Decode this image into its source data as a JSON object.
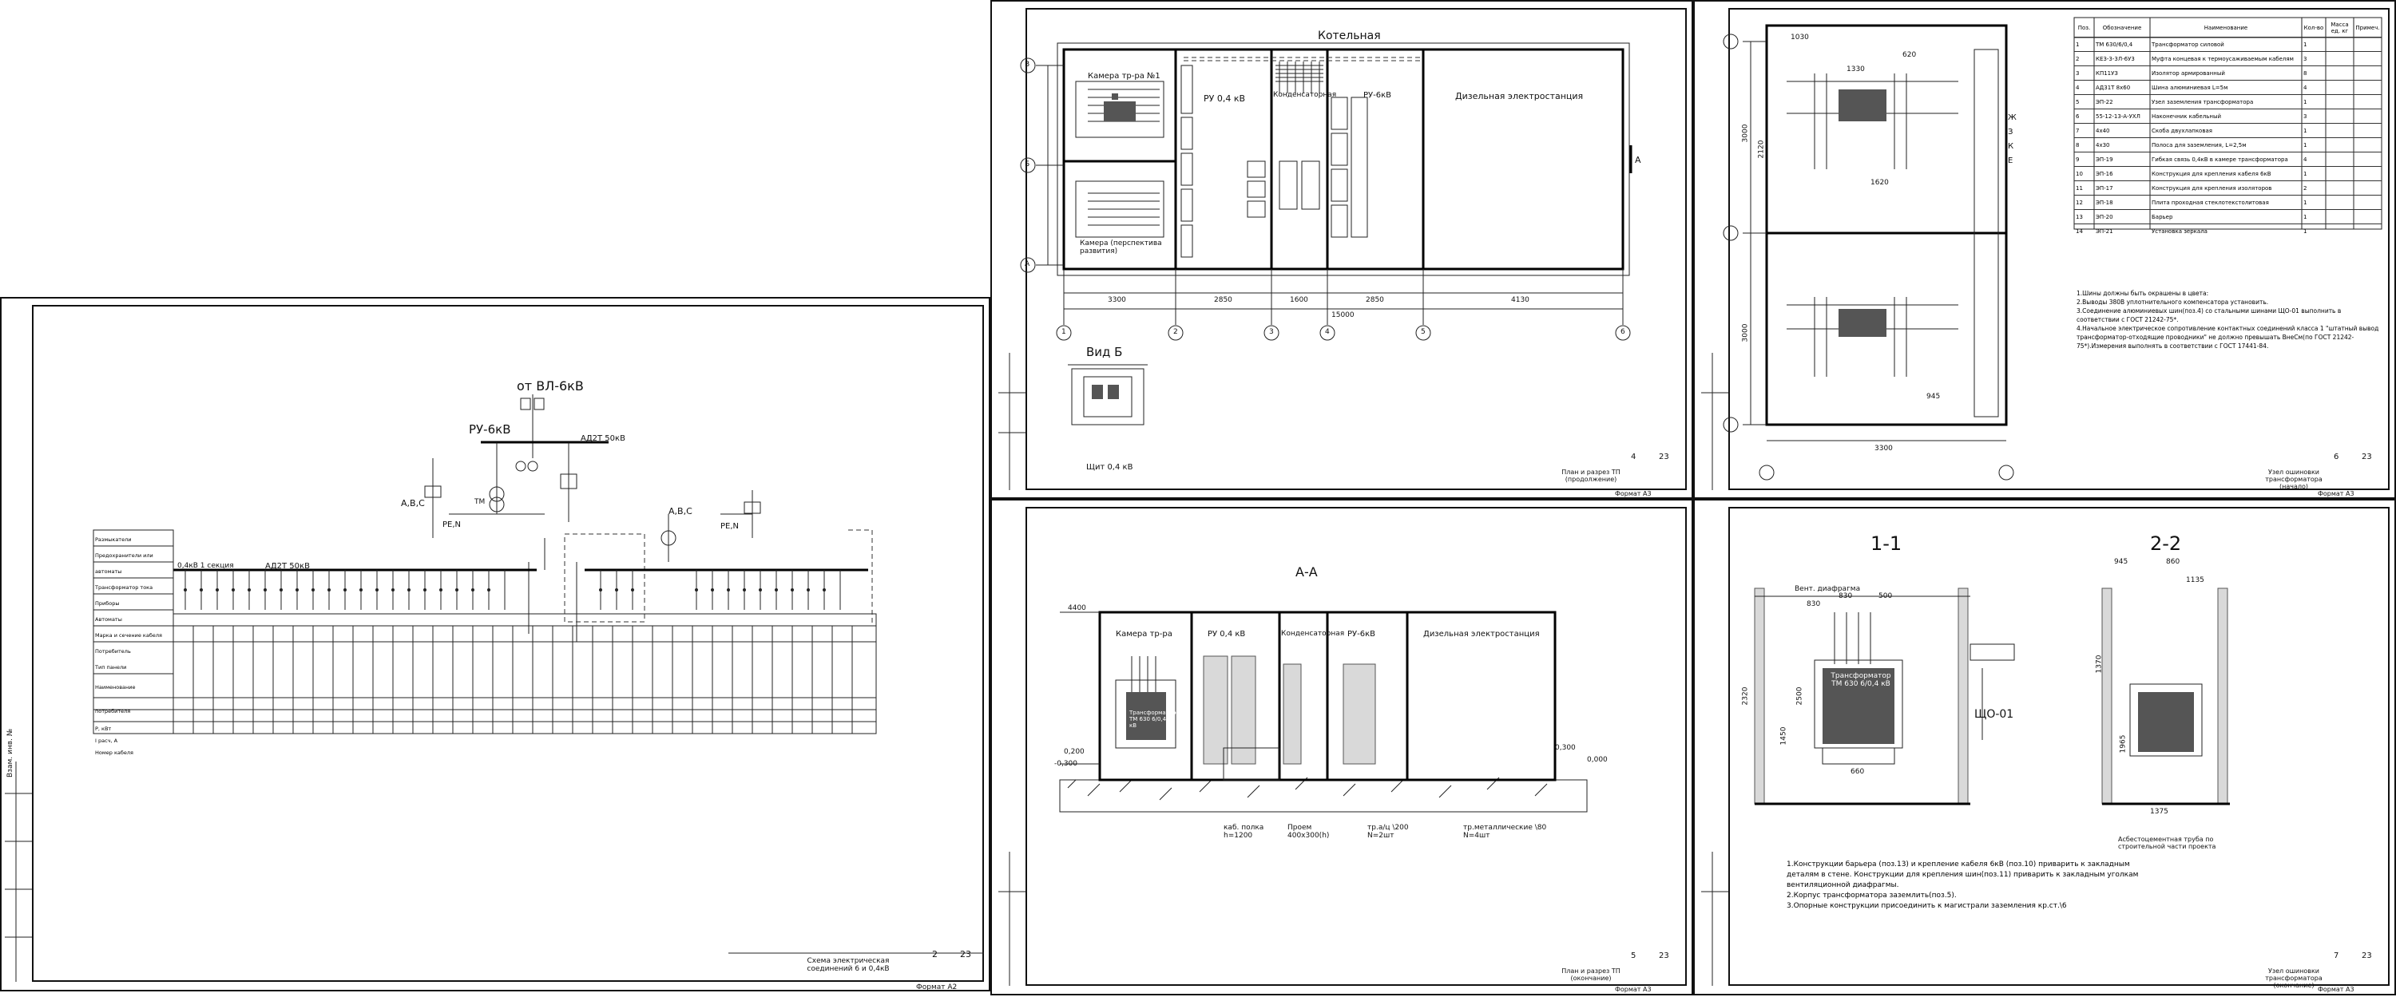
{
  "sheet2": {
    "source_label": "от ВЛ-6кВ",
    "ru_label": "РУ-6кВ",
    "ru04_label": "0,4кВ 1 секция",
    "breaker_label": "АД2Т 50кВ",
    "breaker2_label": "АД2Т 50кВ",
    "phase_label": "А,В,С",
    "phase_label2": "А,В,С",
    "pe_label": "РЕ,N",
    "pe_label2": "РЕ,N",
    "transformer_label": "ТМ",
    "row_headers": [
      "Размыкатели",
      "Предохранители или автоматы",
      "Трансформатор тока",
      "Приборы",
      "Автоматы",
      "Марка и сечение кабеля",
      "Потребитель",
      "Тип панели",
      "Наименование потребителя",
      "Р, кВт",
      "I расч, А",
      "Номер кабеля"
    ],
    "title": "Схема электрическая соединений 6 и 0,4кВ",
    "sheet_no": "2",
    "total_sheets": "23",
    "format": "Формат А2",
    "stamp": "Взам. инв. №"
  },
  "sheet4": {
    "title_block": "План и разрез ТП (продолжение)",
    "boiler_label": "Котельная",
    "camera_label": "Камера тр-ра №1",
    "camera2_label": "Камера (перспектива развития)",
    "ru04_label": "РУ 0,4 кВ",
    "cond_label": "Конденсаторная",
    "ru6_label": "РУ-6кВ",
    "diesel_label": "Дизельная электростанция",
    "view_label": "Вид Б",
    "board_label": "Щит 0,4 кВ",
    "dims": [
      "3300",
      "2850",
      "1600",
      "2850",
      "4130"
    ],
    "total_dim": "15000",
    "axes": [
      "1",
      "2",
      "3",
      "4",
      "5",
      "6"
    ],
    "row_axes": [
      "В",
      "Б",
      "А"
    ],
    "marker": "А",
    "sheet_no": "4",
    "total_sheets": "23",
    "format": "Формат А3"
  },
  "sheet5": {
    "section_label": "А-А",
    "camera_label": "Камера тр-ра",
    "ru04_label": "РУ 0,4 кВ",
    "cond_label": "Конденсаторная",
    "ru6_label": "РУ-6кВ",
    "diesel_label": "Дизельная электростанция",
    "transformer_label": "Трансформатор ТМ 630 6/0,4 кВ",
    "level_top": "4400",
    "level_left": "-0,300",
    "level_zero": "0,200",
    "level_right": "0,300",
    "level_right2": "0,000",
    "callouts": [
      "каб. полка h=1200",
      "Проем 400х300(h)",
      "тр.а/ц \\200 N=2шт",
      "тр.металлические \\80 N=4шт"
    ],
    "title_block": "План и разрез ТП (окончание)",
    "sheet_no": "5",
    "total_sheets": "23",
    "format": "Формат А3"
  },
  "sheet6": {
    "table_headers": [
      "Поз.",
      "Обозначение",
      "Наименование",
      "Кол-во",
      "Масса ед. кг",
      "Примеч."
    ],
    "table_rows": [
      [
        "1",
        "ТМ 630/6/0,4",
        "Трансформатор силовой",
        "1",
        "",
        ""
      ],
      [
        "2",
        "КЕЗ-3-3Л-6У3",
        "Муфта концевая к термоусаживаемым кабелям",
        "3",
        "",
        ""
      ],
      [
        "3",
        "КП11УЗ",
        "Изолятор армированный",
        "8",
        "",
        ""
      ],
      [
        "4",
        "АД31Т 8х60",
        "Шина алюминиевая L=5м",
        "4",
        "",
        ""
      ],
      [
        "5",
        "ЭП-22",
        "Узел заземления трансформатора",
        "1",
        "",
        ""
      ],
      [
        "6",
        "55-12-13-А-УХЛ",
        "Наконечник кабельный",
        "3",
        "",
        ""
      ],
      [
        "7",
        "4х40",
        "Скоба двухлапковая",
        "1",
        "",
        ""
      ],
      [
        "8",
        "4х30",
        "Полоса для заземления, L=2,5м",
        "1",
        "",
        ""
      ],
      [
        "9",
        "ЭП-19",
        "Гибкая связь 0,4кВ в камере трансформатора",
        "4",
        "",
        ""
      ],
      [
        "10",
        "ЭП-16",
        "Конструкция для крепления кабеля 6кВ",
        "1",
        "",
        ""
      ],
      [
        "11",
        "ЭП-17",
        "Конструкция для крепления изоляторов",
        "2",
        "",
        ""
      ],
      [
        "12",
        "ЭП-18",
        "Плита проходная стеклотекстолитовая",
        "1",
        "",
        ""
      ],
      [
        "13",
        "ЭП-20",
        "Барьер",
        "1",
        "",
        ""
      ],
      [
        "14",
        "ЭП-21",
        "Установка зеркала",
        "1",
        "",
        ""
      ]
    ],
    "notes": [
      "1.Шины должны быть окрашены в цвета:",
      "2.Выводы 380В уплотнительного компенсатора установить.",
      "3.Соединение алюминиевых шин(поз.4) со стальными шинами ЩО-01 выполнить в соответствии с ГОСТ 21242-75*.",
      "4.Начальное электрическое сопротивление контактных соединений класса 1 \"штатный вывод трансформатор-отходящие проводники\" не должно превышать ВнеСм(по ГОСТ 21242-75*).Измерения выполнять в соответствии с ГОСТ 17441-84."
    ],
    "dims": [
      "1030",
      "1330",
      "620",
      "3000",
      "2120",
      "945",
      "3300",
      "1620",
      "3000"
    ],
    "letters": [
      "Ж",
      "З",
      "К",
      "Е"
    ],
    "title_block": "Узел ошиновки трансформатора (начало)",
    "sheet_no": "6",
    "total_sheets": "23",
    "format": "Формат А3"
  },
  "sheet7": {
    "section1": "1-1",
    "section2": "2-2",
    "vent_label": "Вент. диафрагма",
    "transformer_label": "Трансформатор ТМ 630 6/0,4 кВ",
    "board_label": "ЩО-01",
    "pipe_label": "Асбестоцементная труба по строительной части проекта",
    "dims1": [
      "830",
      "830",
      "500",
      "2320",
      "1450",
      "2500",
      "660"
    ],
    "dims2": [
      "945",
      "860",
      "1135",
      "1370",
      "1965",
      "1375"
    ],
    "notes": [
      "1.Конструкции барьера (поз.13) и крепление кабеля 6кВ (поз.10) приварить к закладным деталям в стене. Конструкции для крепления шин(поз.11) приварить к закладным уголкам вентиляционной диафрагмы.",
      "2.Корпус трансформатора заземлить(поз.5).",
      "3.Опорные конструкции присоединить к магистрали заземления кр.ст.\\6"
    ],
    "title_block": "Узел ошиновки трансформатора (окончание)",
    "sheet_no": "7",
    "total_sheets": "23",
    "format": "Формат А3"
  }
}
